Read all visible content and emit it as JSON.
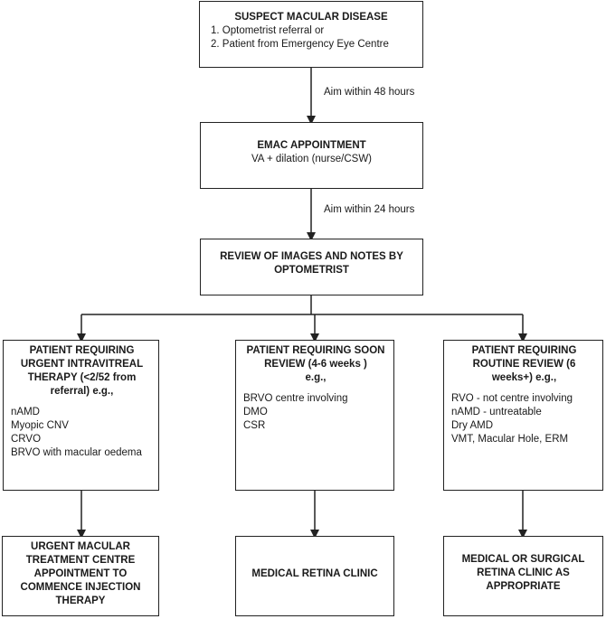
{
  "suspect": {
    "title": "SUSPECT MACULAR DISEASE",
    "lines": [
      "1. Optometrist referral or",
      "2. Patient from Emergency Eye Centre"
    ]
  },
  "aim1": "Aim within 48 hours",
  "emac": {
    "title": "EMAC APPOINTMENT",
    "subtitle": "VA + dilation (nurse/CSW)"
  },
  "aim2": "Aim within 24 hours",
  "review": {
    "title_line1": "REVIEW  OF IMAGES AND NOTES BY",
    "title_line2": "OPTOMETRIST"
  },
  "urgent": {
    "title": [
      "PATIENT REQUIRING",
      "URGENT INTRAVITREAL",
      "THERAPY (<2/52 from",
      "referral) e.g.,"
    ],
    "items": [
      "nAMD",
      "Myopic CNV",
      "CRVO",
      "BRVO with macular oedema"
    ]
  },
  "soon": {
    "title": [
      "PATIENT REQUIRING SOON",
      "REVIEW (4-6 weeks )",
      "e.g.,"
    ],
    "items": [
      "BRVO centre involving",
      "DMO",
      "CSR"
    ]
  },
  "routine": {
    "title": [
      "PATIENT REQUIRING",
      "ROUTINE REVIEW (6",
      "weeks+) e.g.,"
    ],
    "items": [
      "RVO - not centre involving",
      "nAMD - untreatable",
      "Dry AMD",
      "VMT, Macular Hole, ERM"
    ]
  },
  "outcome_urgent": [
    "URGENT MACULAR",
    "TREATMENT CENTRE",
    "APPOINTMENT TO",
    "COMMENCE INJECTION",
    "THERAPY"
  ],
  "outcome_soon": "MEDICAL RETINA CLINIC",
  "outcome_routine": [
    "MEDICAL OR SURGICAL",
    "RETINA CLINIC AS",
    "APPROPRIATE"
  ]
}
